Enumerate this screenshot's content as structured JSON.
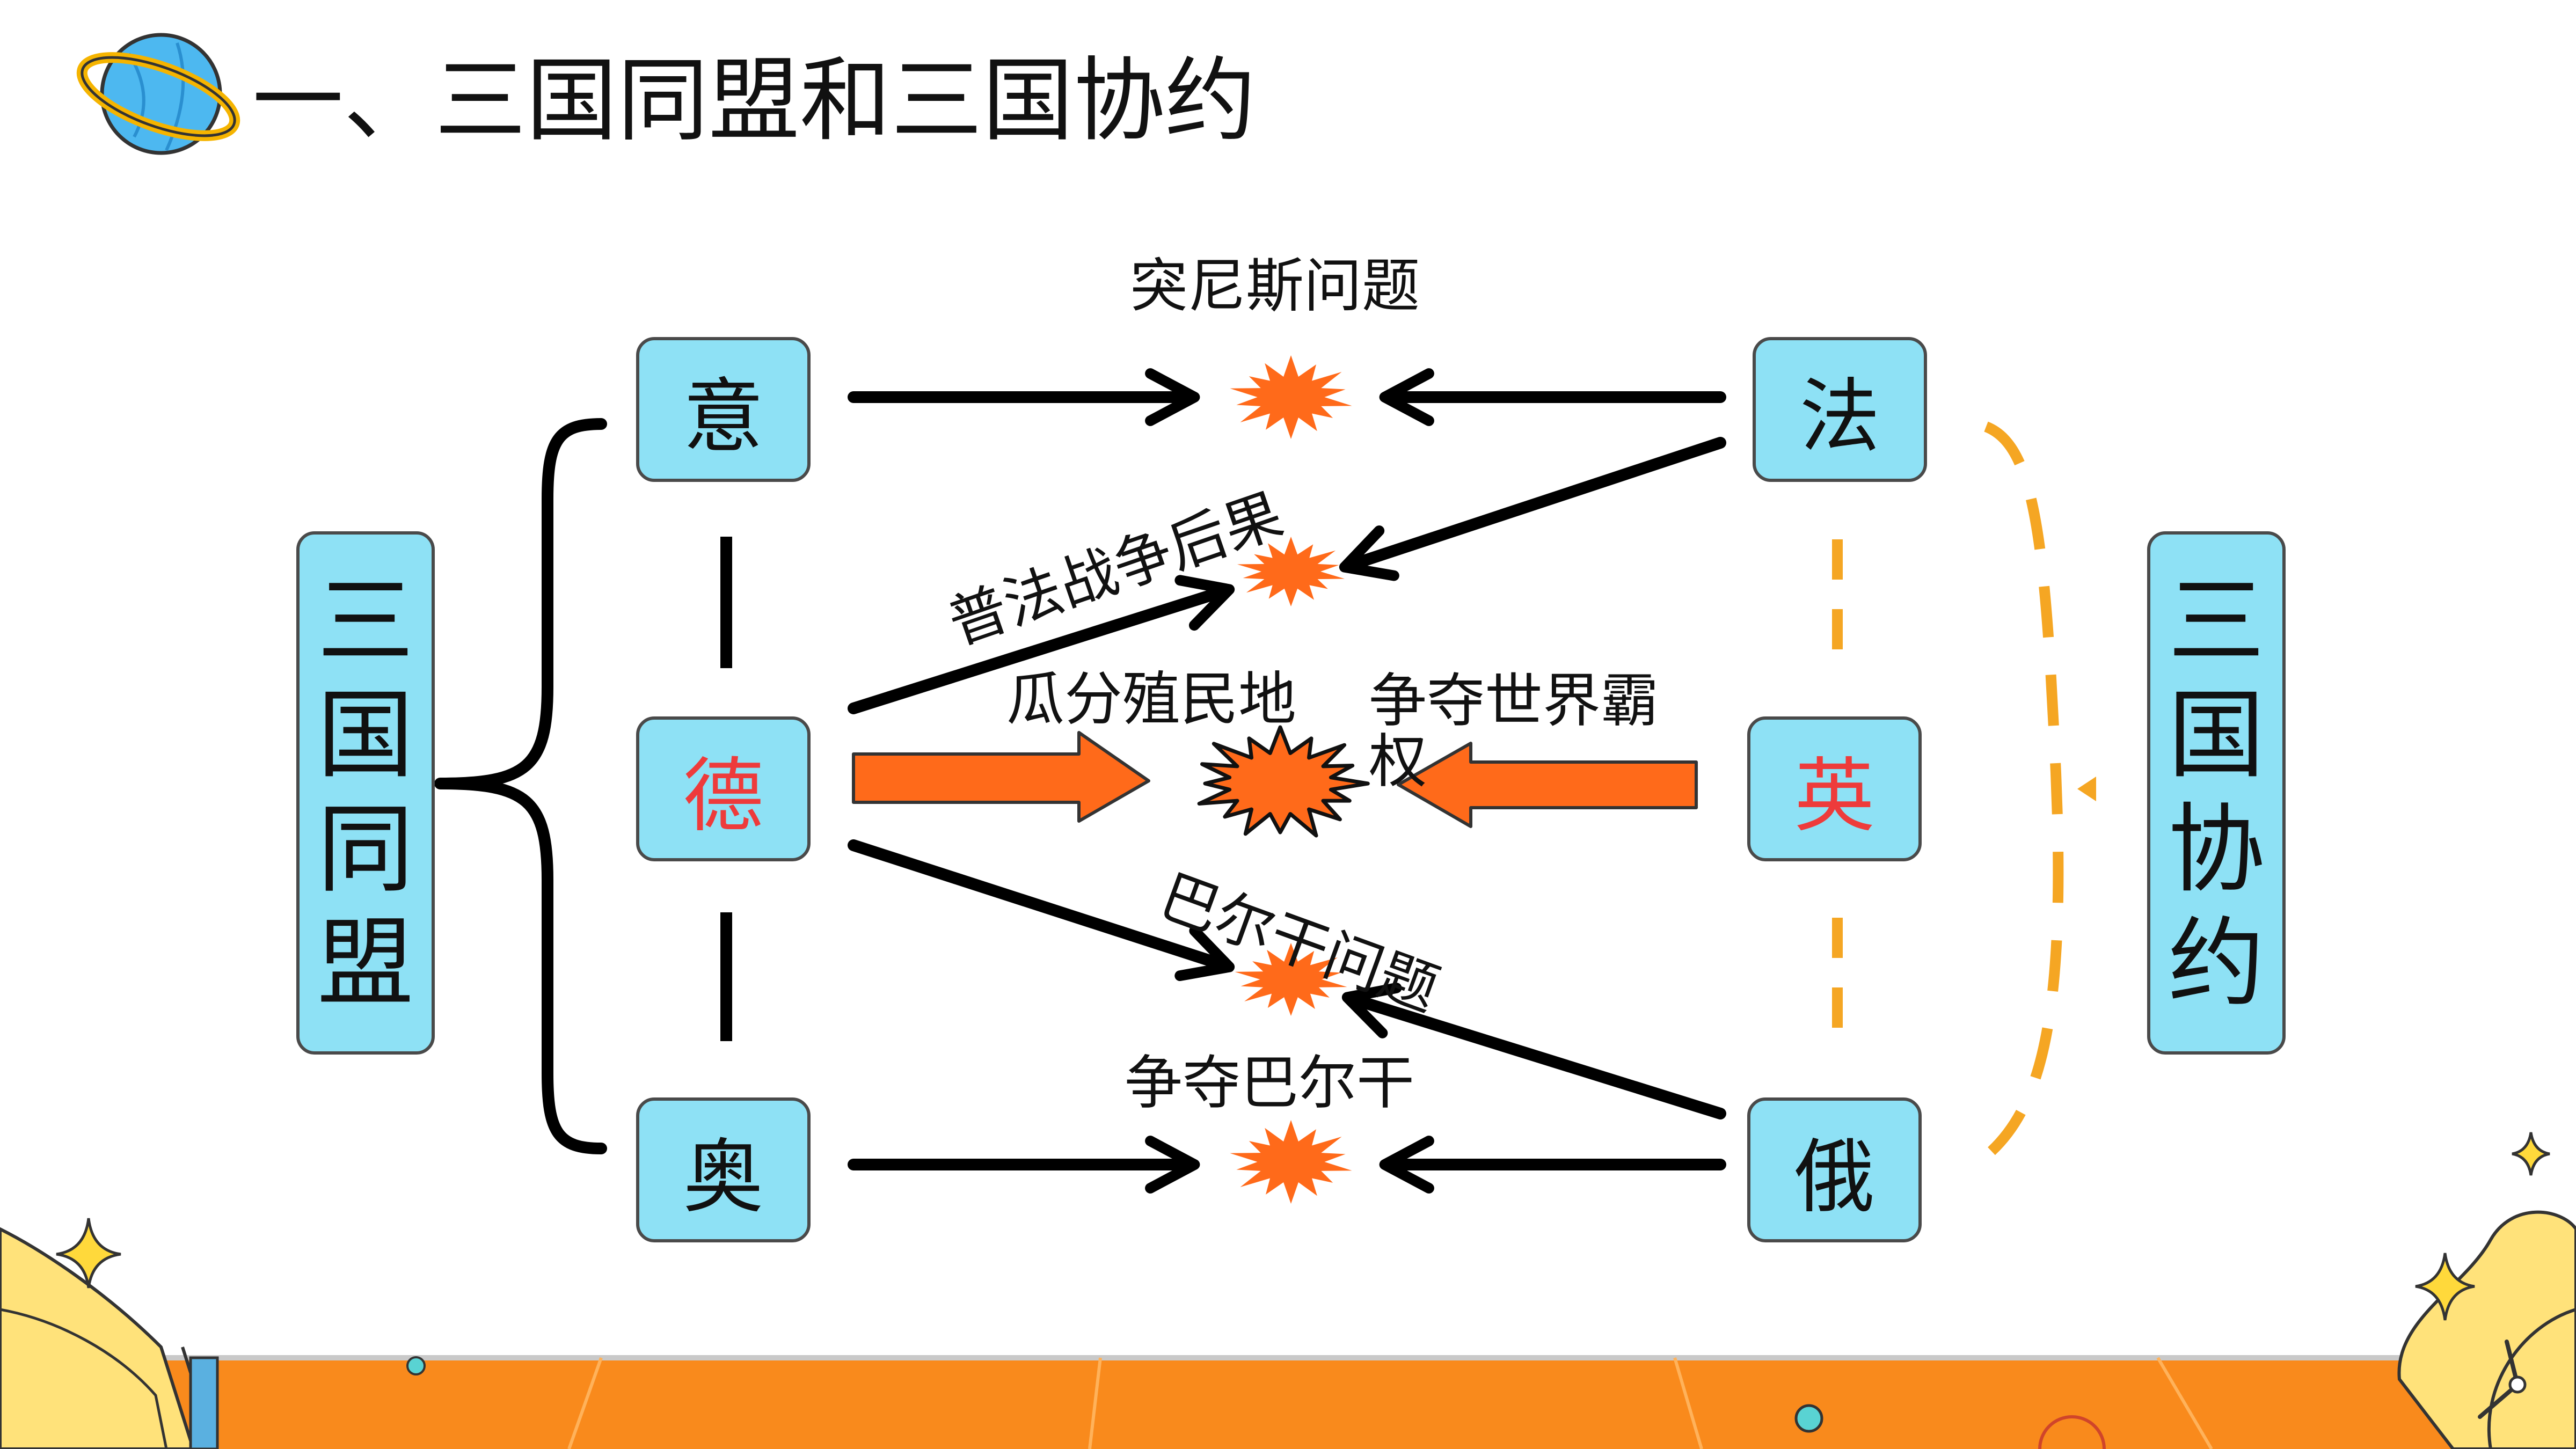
{
  "slide": {
    "title": "一、三国同盟和三国协约"
  },
  "left_group": {
    "name_chars": [
      "三",
      "国",
      "同",
      "盟"
    ],
    "members": [
      "意",
      "德",
      "奥"
    ]
  },
  "right_group": {
    "name_chars": [
      "三",
      "国",
      "协",
      "约"
    ],
    "members": [
      "法",
      "英",
      "俄"
    ]
  },
  "conflicts": {
    "tunisia": "突尼斯问题",
    "franco_prussian": "普法战争后果",
    "colonies": "瓜分殖民地",
    "world_hegemony": "争夺世界霸权",
    "balkan_issue": "巴尔干问题",
    "balkan_fight": "争夺巴尔干"
  },
  "colors": {
    "node_fill": "#8ee1f5",
    "node_border": "#4a4a4a",
    "highlight_text": "#ee3b3b",
    "burst": "#ff6a1a",
    "dashed_link": "#f5a623",
    "footer": "#f98a1c"
  },
  "icons": [
    "planet-icon",
    "sparkle-icon",
    "book-icon",
    "clock-icon"
  ]
}
